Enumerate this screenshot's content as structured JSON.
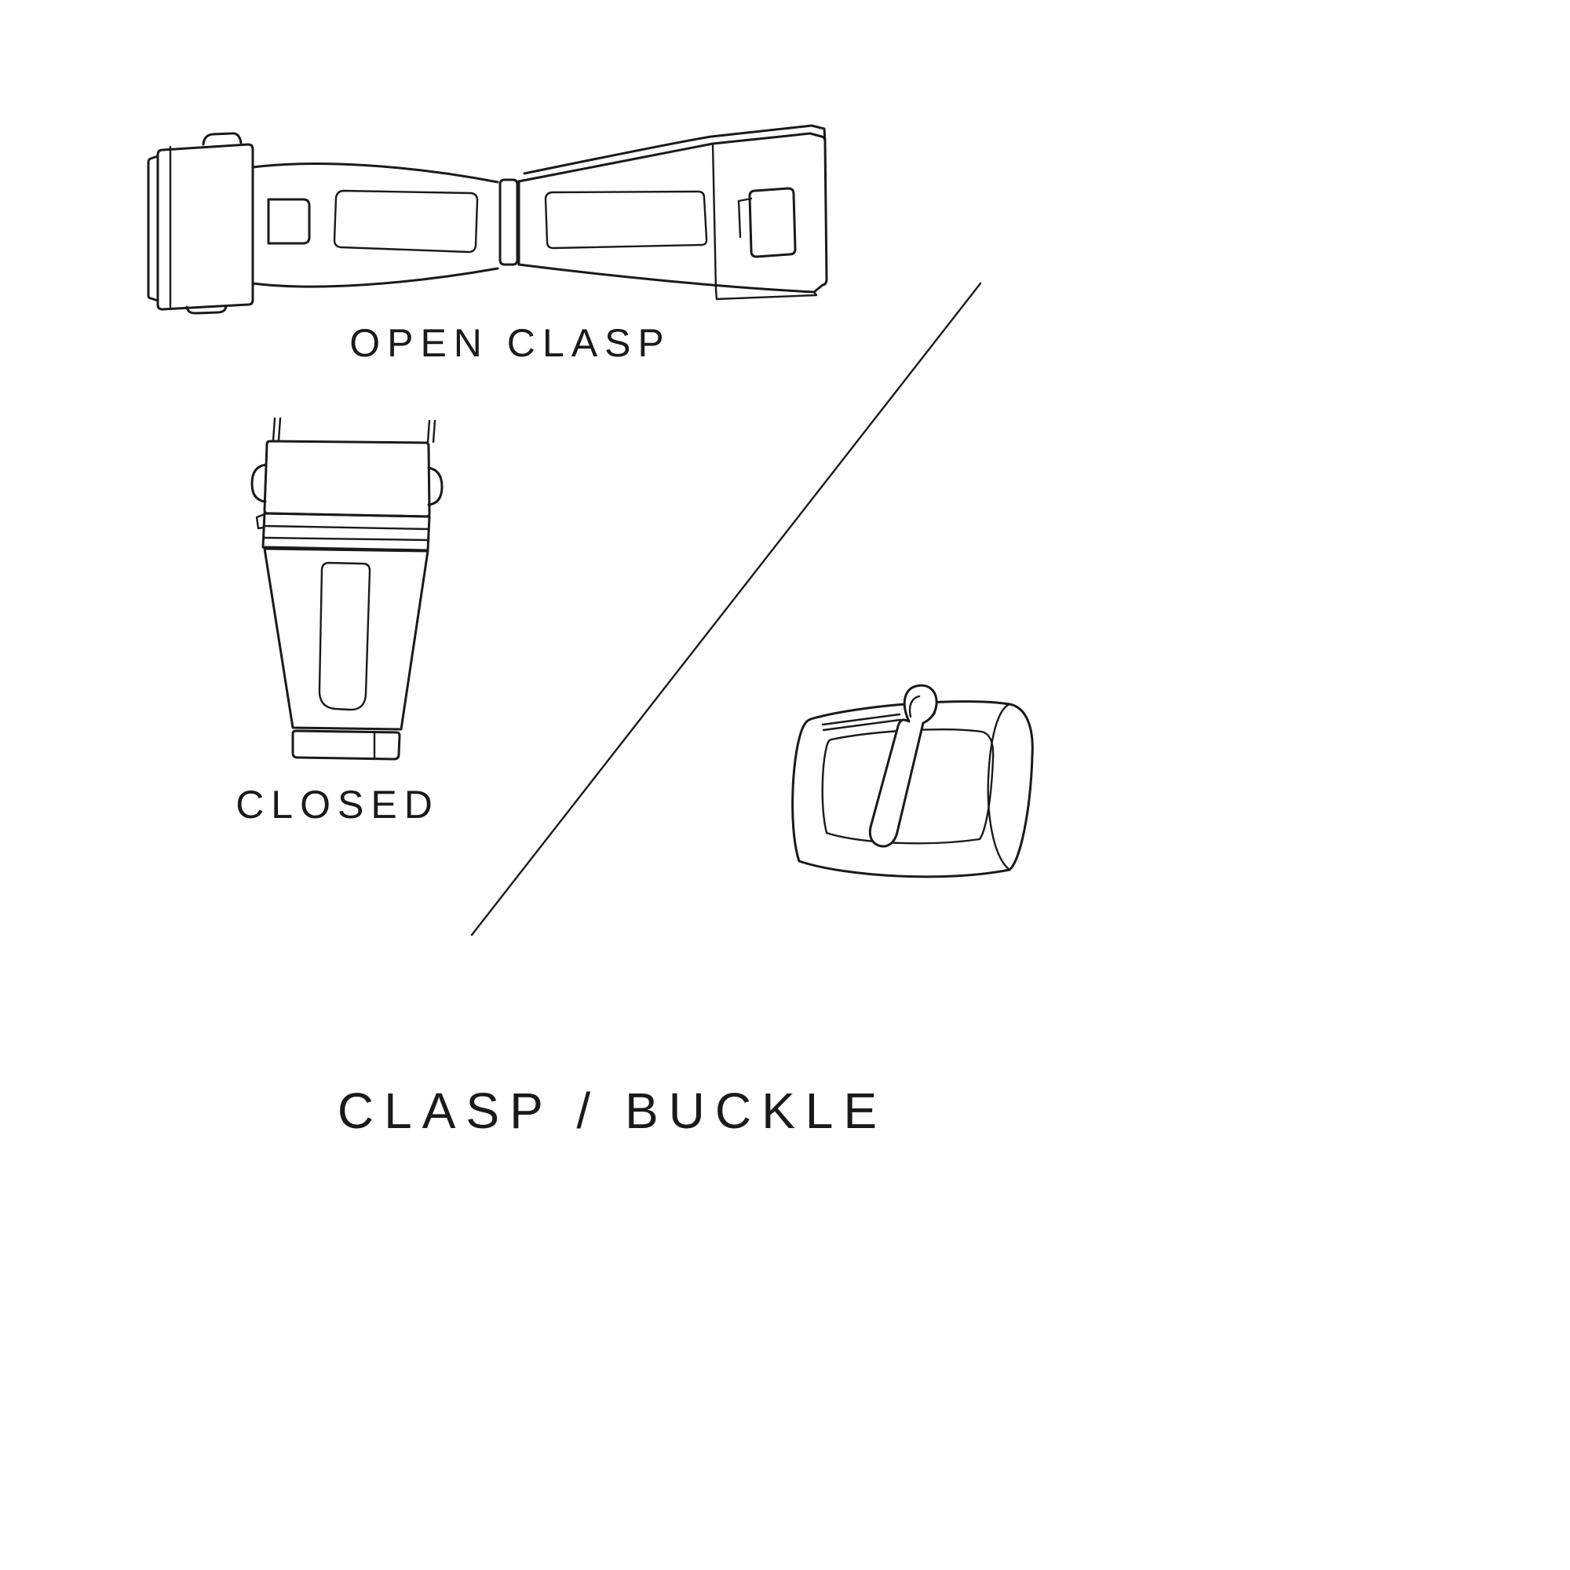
{
  "colors": {
    "background": "#ffffff",
    "ink": "#1a1a1a"
  },
  "labels": {
    "open_clasp": "OPEN CLASP",
    "closed": "CLOSED",
    "title": "CLASP / BUCKLE"
  },
  "figures": {
    "open_clasp": "open-clasp-illustration",
    "closed_clasp": "closed-clasp-illustration",
    "buckle": "buckle-illustration",
    "divider": "diagonal-divider-line"
  }
}
